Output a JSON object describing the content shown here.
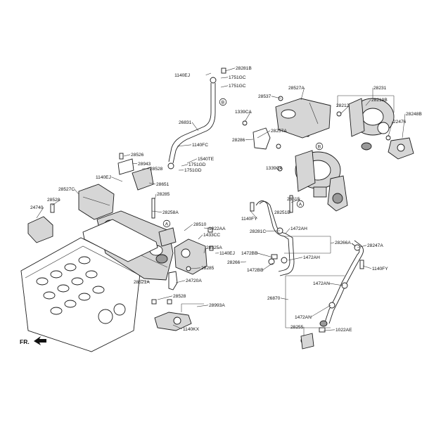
{
  "orientation_label": "FR.",
  "refs": [
    "B",
    "B",
    "A",
    "A"
  ],
  "labels": [
    "1140EJ",
    "28281B",
    "1751GC",
    "1751GC",
    "28537",
    "28527A",
    "28231",
    "28212",
    "28219B",
    "28248B",
    "22476",
    "1339CA",
    "26831",
    "28257A",
    "28286",
    "1140FC",
    "28526",
    "28943",
    "28528",
    "1140EJ",
    "1540TE",
    "1751GD",
    "1751GD",
    "1339CA",
    "28651",
    "28527C",
    "28285",
    "28528",
    "24740",
    "28515",
    "28251B",
    "28258A",
    "28510",
    "1022AA",
    "1433CC",
    "1140FY",
    "28281C",
    "1472AH",
    "28266A",
    "28247A",
    "28525A",
    "1140EJ",
    "1472BB",
    "28266",
    "1472AH",
    "1472BB",
    "28285",
    "1140FY",
    "28521A",
    "24720A",
    "1472AN",
    "28528",
    "28993A",
    "26870",
    "1140KX",
    "1472AN",
    "28255",
    "1022AE"
  ]
}
